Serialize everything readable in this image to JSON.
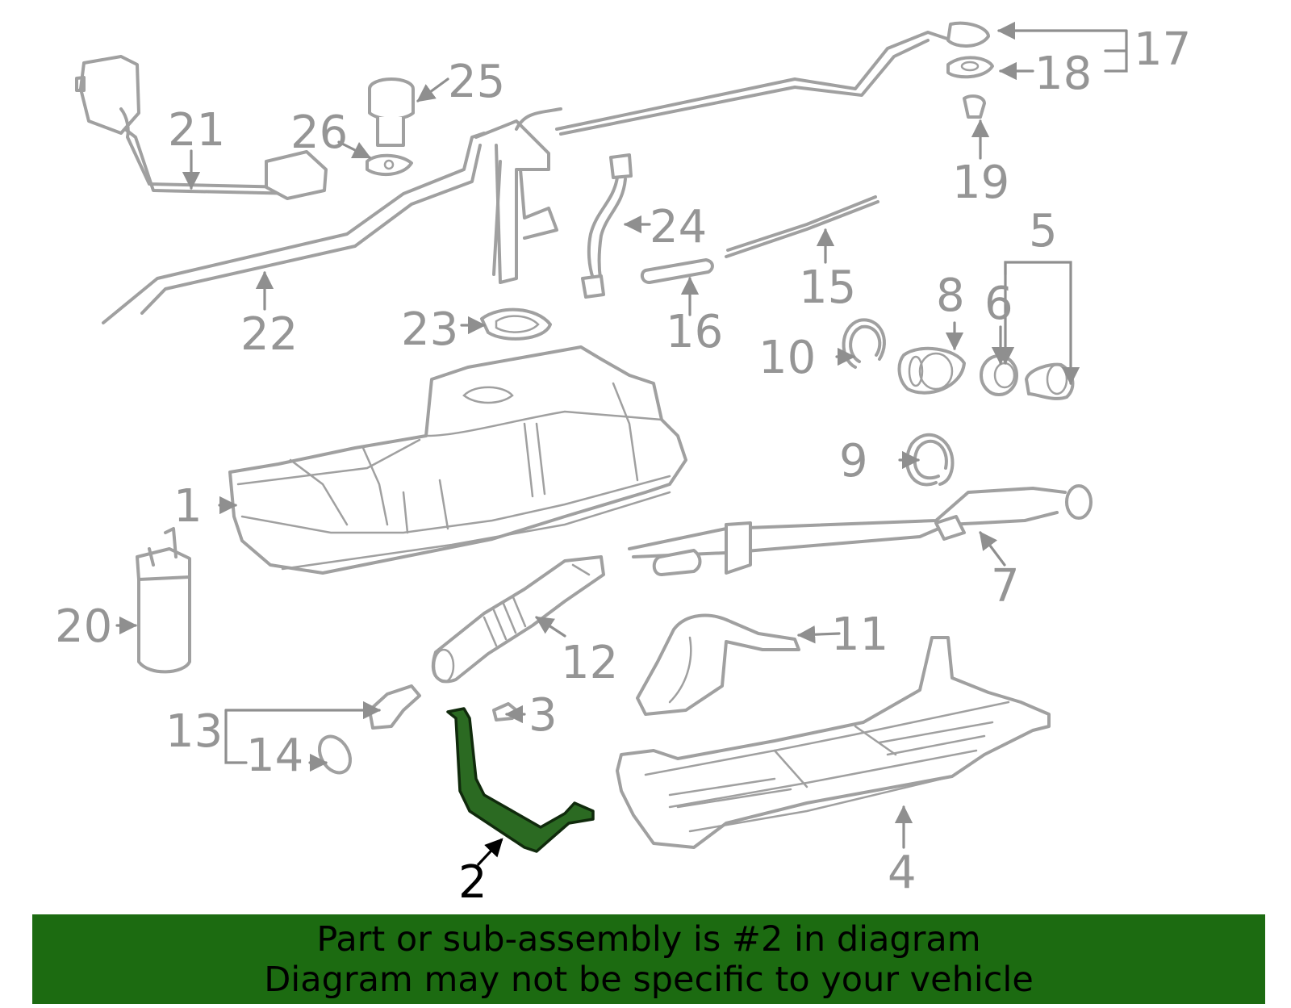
{
  "diagram": {
    "highlight_color": "#2b6a22",
    "part_color": "#a0a0a0",
    "callouts": [
      "1",
      "2",
      "3",
      "4",
      "5",
      "6",
      "7",
      "8",
      "9",
      "10",
      "11",
      "12",
      "13",
      "14",
      "15",
      "16",
      "17",
      "18",
      "19",
      "20",
      "21",
      "22",
      "23",
      "24",
      "25",
      "26"
    ],
    "highlighted_callout": "2"
  },
  "banner": {
    "line1": "Part or sub-assembly is #2 in diagram",
    "line2": "Diagram may not be specific to your vehicle",
    "background": "#1c6b11"
  }
}
